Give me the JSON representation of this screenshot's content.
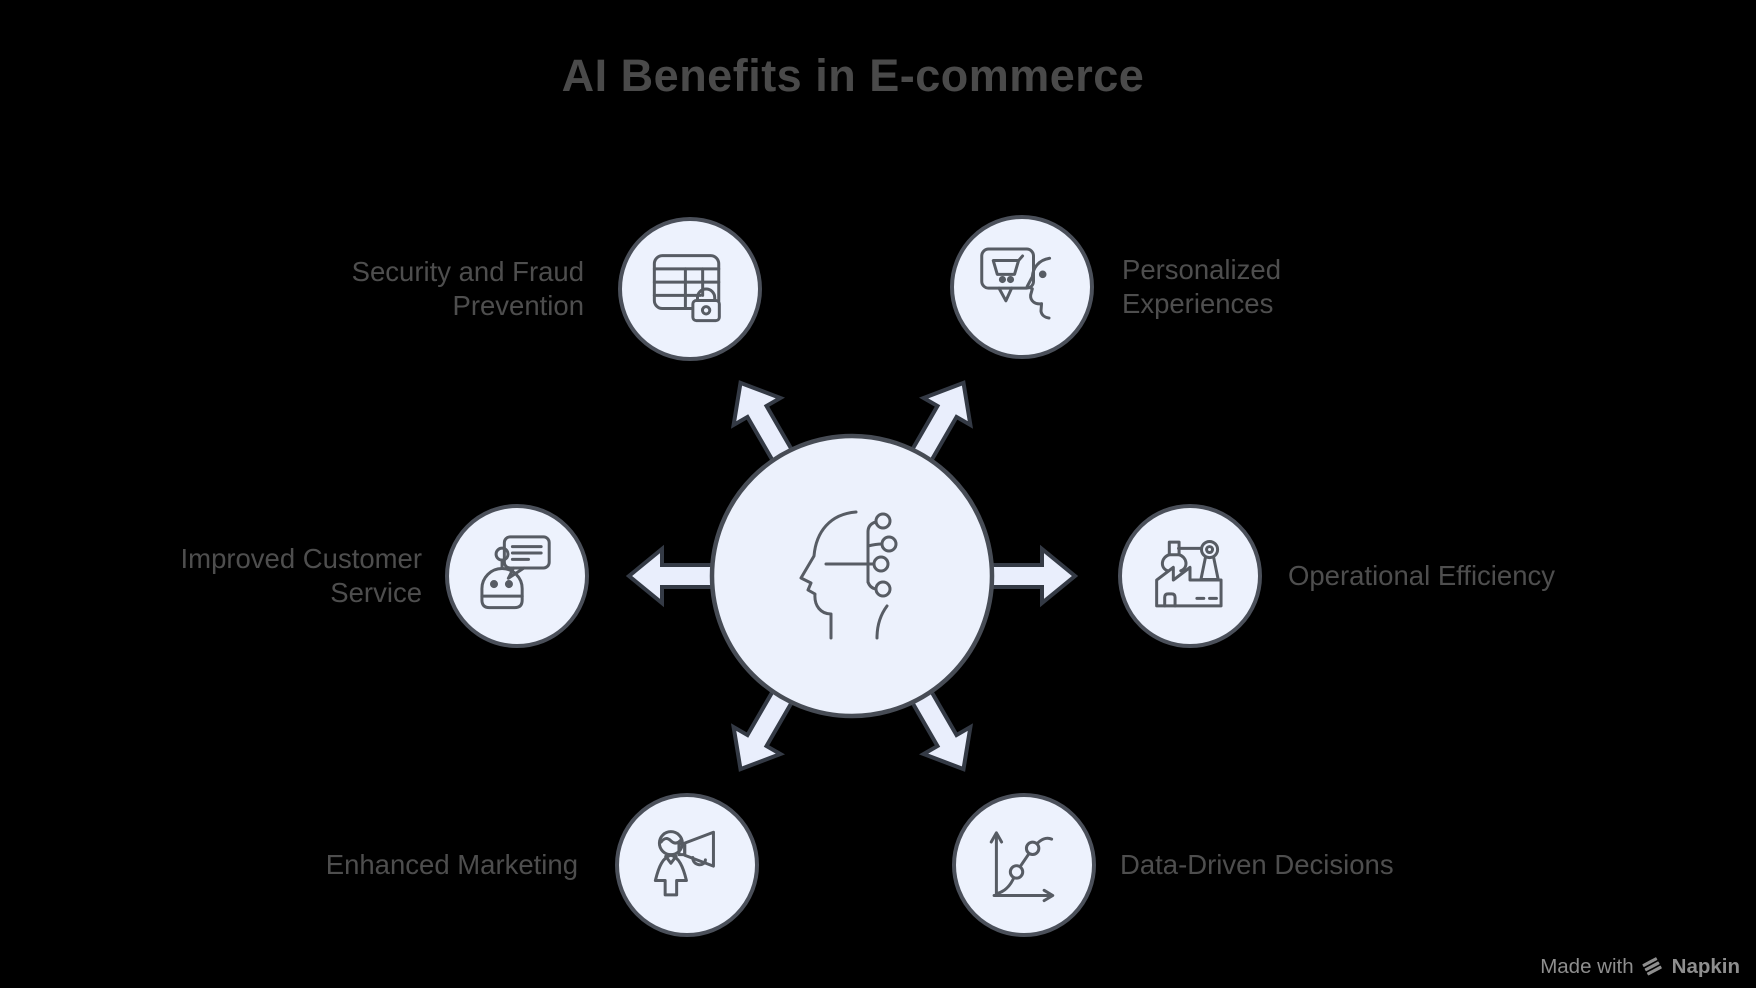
{
  "title": "AI Benefits in E-commerce",
  "hub": {
    "icon": "ai-head-circuit-icon"
  },
  "nodes": [
    {
      "label": "Security and Fraud\nPrevention",
      "icon": "secure-table-lock-icon",
      "position": "top-left"
    },
    {
      "label": "Personalized\nExperiences",
      "icon": "cart-speech-face-icon",
      "position": "top-right"
    },
    {
      "label": "Improved Customer\nService",
      "icon": "chatbot-speech-icon",
      "position": "left"
    },
    {
      "label": "Operational Efficiency",
      "icon": "factory-robot-arm-icon",
      "position": "right"
    },
    {
      "label": "Enhanced Marketing",
      "icon": "person-megaphone-icon",
      "position": "bottom-left"
    },
    {
      "label": "Data-Driven Decisions",
      "icon": "growth-chart-icon",
      "position": "bottom-right"
    }
  ],
  "watermark": {
    "made_with": "Made with",
    "brand": "Napkin",
    "icon": "napkin-logo-icon"
  },
  "colors": {
    "background": "#000000",
    "node_fill": "#edf2fd",
    "node_border": "#4b505a",
    "arrow_fill": "#e9eefc",
    "arrow_border": "#343a45",
    "icon_stroke": "#575c64",
    "title_text": "#4a4a4a",
    "label_text": "#4e4e4e",
    "watermark_text": "#8e8e8e"
  }
}
